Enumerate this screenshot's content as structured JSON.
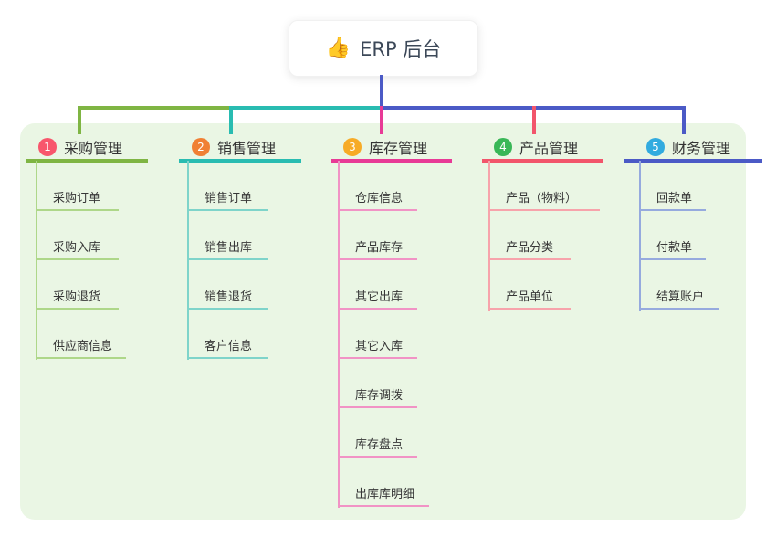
{
  "root": {
    "icon": "👍",
    "label": "ERP 后台"
  },
  "branches": [
    {
      "num": "1",
      "label": "采购管理",
      "line_color": "#7fb543",
      "light_color": "#aed789",
      "badge_color": "#f8566c",
      "items": [
        "采购订单",
        "采购入库",
        "采购退货",
        "供应商信息"
      ]
    },
    {
      "num": "2",
      "label": "销售管理",
      "line_color": "#29bcb1",
      "light_color": "#7fd4ca",
      "badge_color": "#f08034",
      "items": [
        "销售订单",
        "销售出库",
        "销售退货",
        "客户信息"
      ]
    },
    {
      "num": "3",
      "label": "库存管理",
      "line_color": "#e83a96",
      "light_color": "#f193c5",
      "badge_color": "#f7ab26",
      "items": [
        "仓库信息",
        "产品库存",
        "其它出库",
        "其它入库",
        "库存调拨",
        "库存盘点",
        "出库库明细"
      ]
    },
    {
      "num": "4",
      "label": "产品管理",
      "line_color": "#f2556b",
      "light_color": "#f7a3ab",
      "badge_color": "#39b757",
      "items": [
        "产品（物料）",
        "产品分类",
        "产品单位"
      ]
    },
    {
      "num": "5",
      "label": "财务管理",
      "line_color": "#4b5ac6",
      "light_color": "#96aade",
      "badge_color": "#32abdf",
      "items": [
        "回款单",
        "付款单",
        "结算账户"
      ]
    }
  ],
  "colors": {
    "canvas_bg": "#ffffff",
    "panel_bg": "#eaf6e4",
    "root_connector": "#4b5ac6",
    "text": "#333333"
  }
}
